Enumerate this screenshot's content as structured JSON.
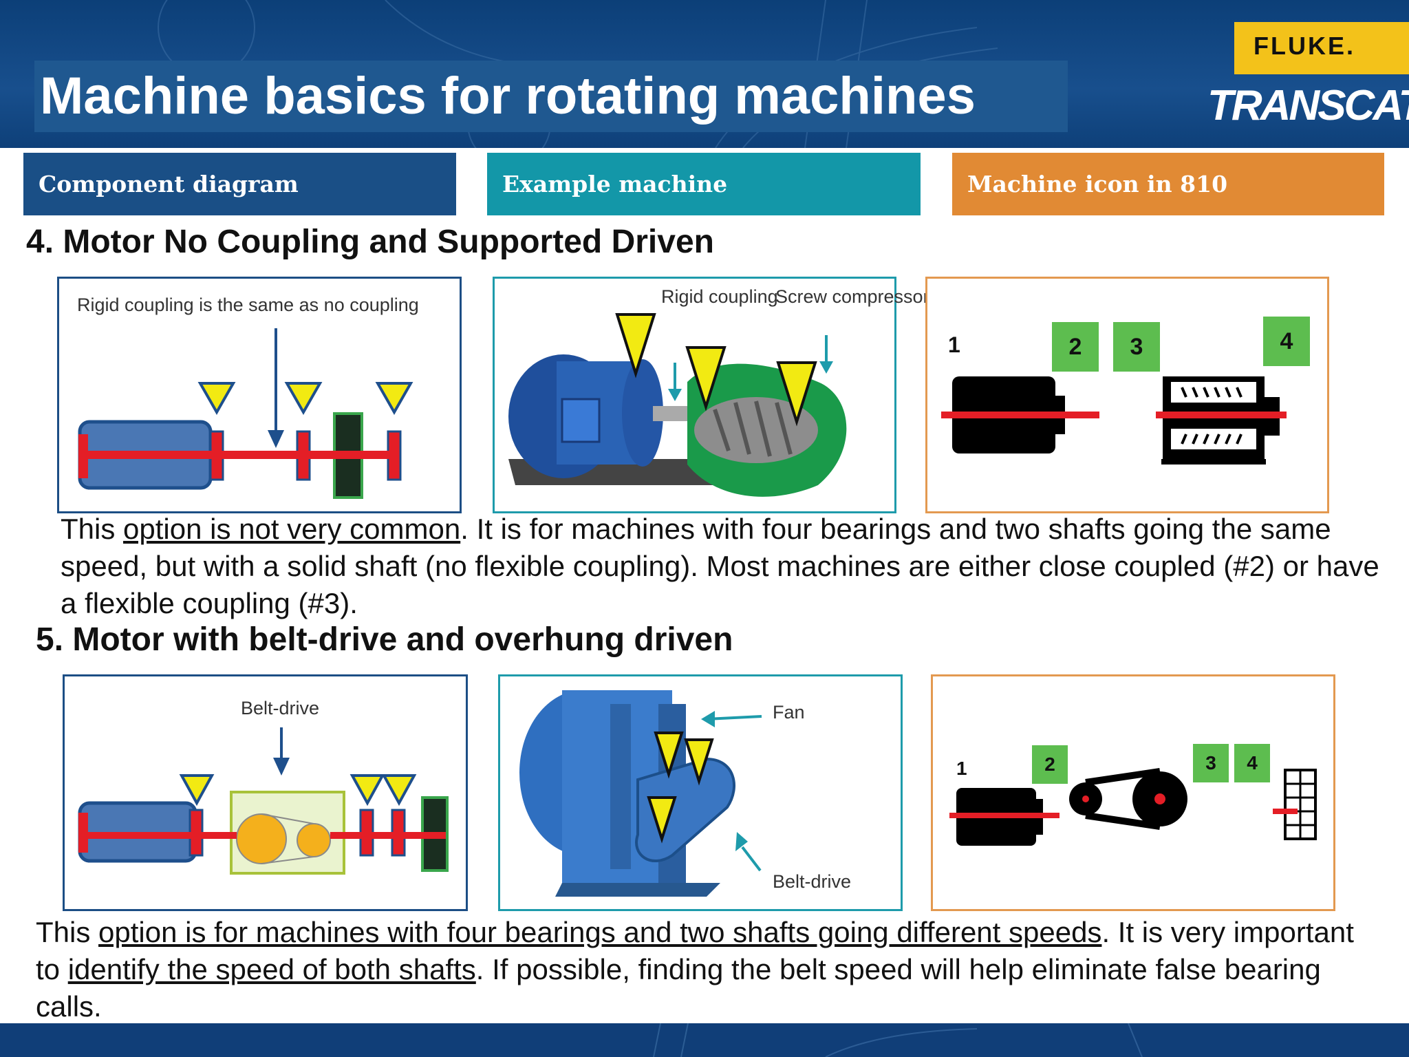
{
  "header": {
    "title": "Machine basics for rotating machines",
    "logo_fluke": "FLUKE.",
    "logo_transcat": "TRANSCAT"
  },
  "tabs": [
    {
      "label": "Component diagram"
    },
    {
      "label": "Example machine"
    },
    {
      "label": "Machine icon in 810"
    }
  ],
  "section4": {
    "heading": "4. Motor No Coupling and Supported Driven",
    "diagram_label": "Rigid coupling is the same as no coupling",
    "photo_label_1": "Rigid coupling",
    "photo_label_2": "Screw compressor",
    "icon_numbers": [
      "1",
      "2",
      "3",
      "4"
    ],
    "para": {
      "pre": "This ",
      "u1": "option is not very common",
      "post": ". It is for machines with four bearings and two shafts going the same speed, but with a solid shaft (no flexible coupling).  Most machines are either close coupled (#2) or have a flexible coupling (#3)."
    }
  },
  "section5": {
    "heading": "5. Motor with belt-drive and overhung driven",
    "diagram_label": "Belt-drive",
    "photo_label_fan": "Fan",
    "photo_label_belt": "Belt-drive",
    "icon_numbers": [
      "1",
      "2",
      "3",
      "4"
    ],
    "para": {
      "pre": "This ",
      "u1": "option is for machines with four bearings and two shafts going different speeds",
      "mid": ". It is very important to ",
      "u2": "identify the speed of both shafts",
      "post": ". If possible, finding the belt speed will help eliminate false bearing calls."
    }
  },
  "colors": {
    "navy": "#1a4f86",
    "teal": "#1397a8",
    "orange": "#e18a34",
    "shaft": "#e41e26",
    "bearing_marker": "#f2ea12",
    "badge": "#5dbd4f"
  }
}
